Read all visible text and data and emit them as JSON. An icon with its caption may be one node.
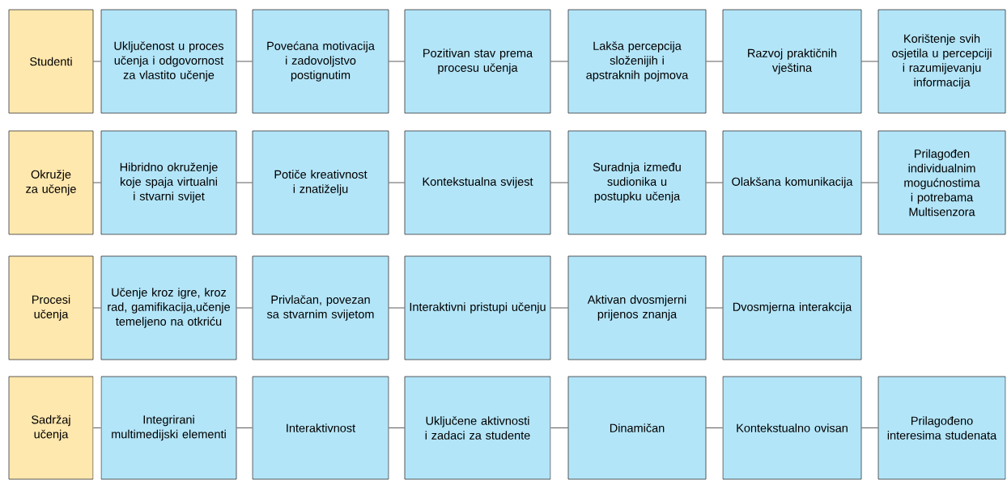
{
  "diagram": {
    "nodes": [
      {
        "text": [
          "Studenti"
        ]
      },
      {
        "text": [
          "Uključenost u proces učenja i odgovornost za vlastito učenje"
        ]
      },
      {
        "text": [
          "Povećana motivacija i zadovoljstvo postignutim"
        ]
      },
      {
        "text": [
          "Pozitivan stav prema procesu učenja"
        ]
      },
      {
        "text": [
          "Lakša percepcija složenijih i apstraknih pojmova"
        ]
      },
      {
        "text": [
          "Razvoj praktičnih vještina"
        ]
      },
      {
        "text": [
          "Korištenje svih osjetila u percepciji i razumijevanju informacija"
        ]
      },
      {
        "text": [
          "Okružje za učenje"
        ]
      },
      {
        "text": [
          "Hibridno okruženje koje spaja virtualni i stvarni svijet"
        ]
      },
      {
        "text": [
          "Potiče kreativnost i znatiželju"
        ]
      },
      {
        "text": [
          "Kontekstualna svijest"
        ]
      },
      {
        "text": [
          "Suradnja između sudionika u postupku učenja"
        ]
      },
      {
        "text": [
          "Olakšana komunikacija"
        ]
      },
      {
        "text": [
          "Prilagođen individualnim mogućnostima i potrebama Multisenzora"
        ]
      },
      {
        "text": [
          "Procesi učenja"
        ]
      },
      {
        "text": [
          "Učenje kroz igre, kroz rad, gamifikacija,učenje temeljeno na otkriću"
        ]
      },
      {
        "text": [
          "Privlačan, povezan sa stvarnim svijetom"
        ]
      },
      {
        "text": [
          "Interaktivni pristupi učenju"
        ]
      },
      {
        "text": [
          "Aktivan dvosmjerni prijenos znanja"
        ]
      },
      {
        "text": [
          "Dvosmjerna interakcija"
        ]
      },
      {
        "text": [
          "Sadržaj učenja"
        ]
      },
      {
        "text": [
          "Integrirani multimedijski elementi"
        ]
      },
      {
        "text": [
          "Interaktivnost"
        ]
      },
      {
        "text": [
          "Uključene aktivnosti i zadaci za studente"
        ]
      },
      {
        "text": [
          "Dinamičan"
        ]
      },
      {
        "text": [
          "Kontekstualno ovisan"
        ]
      },
      {
        "text": [
          "Prilagođeno interesima studenata"
        ]
      }
    ],
    "edges": [
      {
        "from": 0,
        "to": 1,
        "arrow": "none"
      },
      {
        "from": 1,
        "to": 2,
        "arrow": "none"
      },
      {
        "from": 2,
        "to": 3,
        "arrow": "none"
      },
      {
        "from": 3,
        "to": 4,
        "arrow": "none"
      },
      {
        "from": 4,
        "to": 5,
        "arrow": "none"
      },
      {
        "from": 5,
        "to": 6,
        "arrow": "none"
      },
      {
        "from": 7,
        "to": 8,
        "arrow": "none"
      },
      {
        "from": 8,
        "to": 9,
        "arrow": "none"
      },
      {
        "from": 9,
        "to": 10,
        "arrow": "none"
      },
      {
        "from": 10,
        "to": 11,
        "arrow": "none"
      },
      {
        "from": 11,
        "to": 12,
        "arrow": "none"
      },
      {
        "from": 12,
        "to": 13,
        "arrow": "none"
      },
      {
        "from": 14,
        "to": 15,
        "arrow": "none"
      },
      {
        "from": 15,
        "to": 16,
        "arrow": "none"
      },
      {
        "from": 16,
        "to": 17,
        "arrow": "none"
      },
      {
        "from": 17,
        "to": 18,
        "arrow": "none"
      },
      {
        "from": 18,
        "to": 19,
        "arrow": "none"
      },
      {
        "from": 20,
        "to": 21,
        "arrow": "none"
      },
      {
        "from": 21,
        "to": 22,
        "arrow": "none"
      },
      {
        "from": 22,
        "to": 23,
        "arrow": "none"
      },
      {
        "from": 23,
        "to": 24,
        "arrow": "none"
      },
      {
        "from": 24,
        "to": 25,
        "arrow": "none"
      },
      {
        "from": 25,
        "to": 26,
        "arrow": "none"
      }
    ]
  }
}
